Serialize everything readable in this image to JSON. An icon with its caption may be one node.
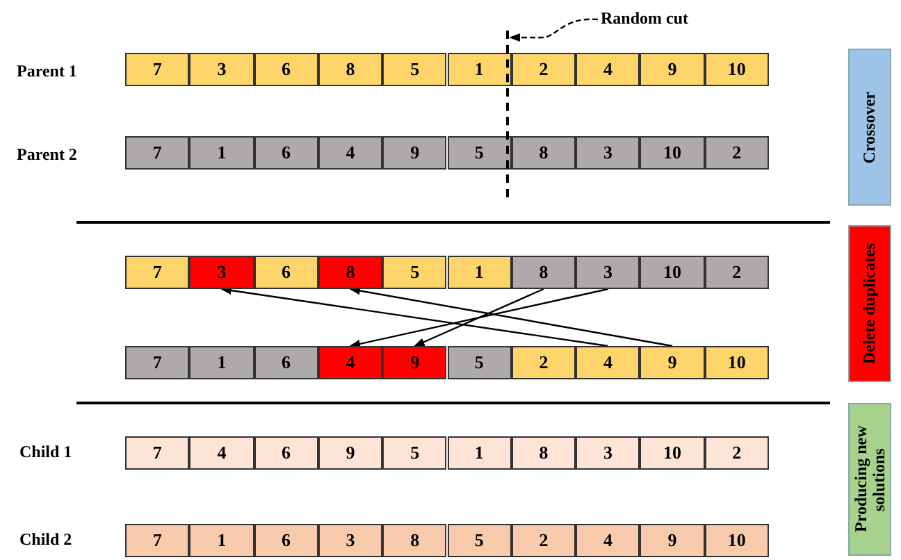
{
  "diagram": {
    "nodes": [
      {
        "text": [
          "Random cut"
        ]
      },
      {
        "text": [],
        "shape": "line"
      },
      {
        "text": [
          "Crossover"
        ]
      },
      {
        "text": [
          "7"
        ]
      },
      {
        "text": [
          "3"
        ]
      },
      {
        "text": [
          "6"
        ]
      },
      {
        "text": [
          "8"
        ]
      },
      {
        "text": [
          "5"
        ]
      },
      {
        "text": [
          "1"
        ]
      },
      {
        "text": [
          "2"
        ]
      },
      {
        "text": [
          "4"
        ]
      },
      {
        "text": [
          "9"
        ]
      },
      {
        "text": [
          "10"
        ]
      },
      {
        "text": [
          "7"
        ]
      },
      {
        "text": [
          "1"
        ]
      },
      {
        "text": [
          "6"
        ]
      },
      {
        "text": [
          "4"
        ]
      },
      {
        "text": [
          "9"
        ]
      },
      {
        "text": [
          "5"
        ]
      },
      {
        "text": [
          "8"
        ]
      },
      {
        "text": [
          "3"
        ]
      },
      {
        "text": [
          "10"
        ]
      },
      {
        "text": [
          "2"
        ]
      },
      {
        "text": [
          "Delete duplicates"
        ]
      },
      {
        "text": [
          "7"
        ]
      },
      {
        "text": [
          "3"
        ]
      },
      {
        "text": [
          "6"
        ]
      },
      {
        "text": [
          "8"
        ]
      },
      {
        "text": [
          "5"
        ]
      },
      {
        "text": [
          "1"
        ]
      },
      {
        "text": [
          "8"
        ]
      },
      {
        "text": [
          "3"
        ]
      },
      {
        "text": [
          "10"
        ]
      },
      {
        "text": [
          "2"
        ]
      },
      {
        "text": [
          "7"
        ]
      },
      {
        "text": [
          "1"
        ]
      },
      {
        "text": [
          "6"
        ]
      },
      {
        "text": [
          "4"
        ]
      },
      {
        "text": [
          "9"
        ]
      },
      {
        "text": [
          "5"
        ]
      },
      {
        "text": [
          "2"
        ]
      },
      {
        "text": [
          "4"
        ]
      },
      {
        "text": [
          "9"
        ]
      },
      {
        "text": [
          "10"
        ]
      },
      {
        "text": [
          "Producing new solutions"
        ]
      },
      {
        "text": [
          "7"
        ]
      },
      {
        "text": [
          "4"
        ]
      },
      {
        "text": [
          "6"
        ]
      },
      {
        "text": [
          "9"
        ]
      },
      {
        "text": [
          "5"
        ]
      },
      {
        "text": [
          "1"
        ]
      },
      {
        "text": [
          "8"
        ]
      },
      {
        "text": [
          "3"
        ]
      },
      {
        "text": [
          "10"
        ]
      },
      {
        "text": [
          "2"
        ]
      },
      {
        "text": [
          "7"
        ]
      },
      {
        "text": [
          "1"
        ]
      },
      {
        "text": [
          "6"
        ]
      },
      {
        "text": [
          "3"
        ]
      },
      {
        "text": [
          "8"
        ]
      },
      {
        "text": [
          "5"
        ]
      },
      {
        "text": [
          "2"
        ]
      },
      {
        "text": [
          "4"
        ]
      },
      {
        "text": [
          "9"
        ]
      },
      {
        "text": [
          "10"
        ]
      }
    ],
    "edges": [
      {
        "from": 0,
        "to": 1,
        "arrow": "to",
        "style": "dashed"
      },
      {
        "from": 41,
        "to": 25,
        "arrow": "to"
      },
      {
        "from": 42,
        "to": 27,
        "arrow": "to"
      },
      {
        "from": 30,
        "to": 38,
        "arrow": "to"
      },
      {
        "from": 31,
        "to": 37,
        "arrow": "to"
      }
    ],
    "labels": [
      "Parent 1",
      "Parent 2",
      "Child 1",
      "Child 2"
    ]
  }
}
